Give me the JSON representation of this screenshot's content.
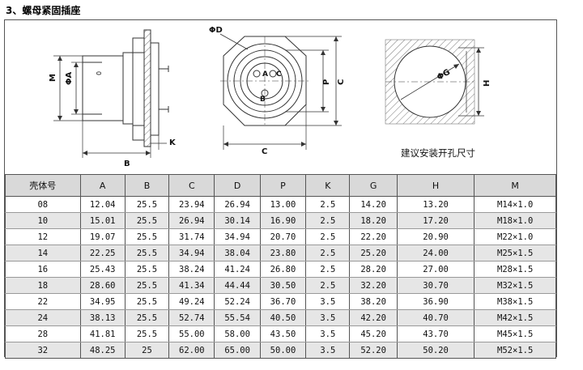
{
  "section_title": "3、螺母紧固插座",
  "drawing": {
    "side_view": {
      "dim_M": "M",
      "dim_A": "ΦA",
      "dim_B": "B",
      "dim_K": "K",
      "pin_marker": "0"
    },
    "front_view": {
      "dim_D": "ΦD",
      "dim_C": "C",
      "dim_P": "P",
      "dim_C_vertical": "C",
      "contact_a": "A",
      "contact_b": "B",
      "contact_c": "C"
    },
    "cutout_view": {
      "dim_G": "ΦG",
      "dim_H": "H",
      "note": "建议安装开孔尺寸"
    }
  },
  "table": {
    "headers": [
      "壳体号",
      "A",
      "B",
      "C",
      "D",
      "P",
      "K",
      "G",
      "H",
      "M"
    ],
    "rows": [
      [
        "08",
        "12.04",
        "25.5",
        "23.94",
        "26.94",
        "13.00",
        "2.5",
        "14.20",
        "13.20",
        "M14×1.0"
      ],
      [
        "10",
        "15.01",
        "25.5",
        "26.94",
        "30.14",
        "16.90",
        "2.5",
        "18.20",
        "17.20",
        "M18×1.0"
      ],
      [
        "12",
        "19.07",
        "25.5",
        "31.74",
        "34.94",
        "20.70",
        "2.5",
        "22.20",
        "20.90",
        "M22×1.0"
      ],
      [
        "14",
        "22.25",
        "25.5",
        "34.94",
        "38.04",
        "23.80",
        "2.5",
        "25.20",
        "24.00",
        "M25×1.5"
      ],
      [
        "16",
        "25.43",
        "25.5",
        "38.24",
        "41.24",
        "26.80",
        "2.5",
        "28.20",
        "27.00",
        "M28×1.5"
      ],
      [
        "18",
        "28.60",
        "25.5",
        "41.34",
        "44.44",
        "30.50",
        "2.5",
        "32.20",
        "30.70",
        "M32×1.5"
      ],
      [
        "22",
        "34.95",
        "25.5",
        "49.24",
        "52.24",
        "36.70",
        "3.5",
        "38.20",
        "36.90",
        "M38×1.5"
      ],
      [
        "24",
        "38.13",
        "25.5",
        "52.74",
        "55.54",
        "40.50",
        "3.5",
        "42.20",
        "40.70",
        "M42×1.5"
      ],
      [
        "28",
        "41.81",
        "25.5",
        "55.00",
        "58.00",
        "43.50",
        "3.5",
        "45.20",
        "43.70",
        "M45×1.5"
      ],
      [
        "32",
        "48.25",
        "25",
        "62.00",
        "65.00",
        "50.00",
        "3.5",
        "52.20",
        "50.20",
        "M52×1.5"
      ]
    ]
  }
}
